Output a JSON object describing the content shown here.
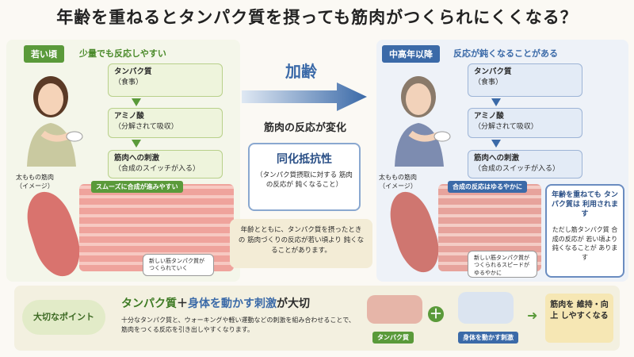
{
  "title": "年齢を重ねるとタンパク質を摂っても筋肉がつくられにくくなる？",
  "left": {
    "tag": "若い頃",
    "note": "少量でも反応しやすい",
    "step1_title": "タンパク質",
    "step1_sub": "（食事）",
    "step2_title": "アミノ酸",
    "step2_sub": "（分解されて吸収）",
    "step3_title": "筋肉への刺激",
    "step3_sub": "（合成のスイッチが入る）",
    "muscle_label": "太ももの筋肉",
    "muscle_sub": "（イメージ）",
    "banner": "スムーズに合成が進みやすい",
    "callout": "新しい筋タンパク質が つくられていく"
  },
  "center": {
    "age": "加齢",
    "change": "筋肉の反応が変化",
    "resist_title": "同化抵抗性",
    "resist_desc": "（タンパク質摂取に対する 筋肉の反応が 鈍くなること）",
    "note": "年齢とともに、タンパク質を摂ったときの 筋肉づくりの反応が若い頃より 鈍くなることがあります。"
  },
  "right": {
    "tag": "中高年以降",
    "note": "反応が鈍くなることがある",
    "step1_title": "タンパク質",
    "step1_sub": "（食事）",
    "step2_title": "アミノ酸",
    "step2_sub": "（分解されて吸収）",
    "step3_title": "筋肉への刺激",
    "step3_sub": "（合成のスイッチが入る）",
    "muscle_label": "太ももの筋肉",
    "muscle_sub": "（イメージ）",
    "banner": "合成の反応はゆるやかに",
    "callout": "新しい筋タンパク質が つくられるスピードが ゆるやかに",
    "info_title": "年齢を重ねても タンパク質は 利用されます",
    "info_desc": "ただし筋タンパク質 合成の反応が 若い頃より 鈍くなることが あります"
  },
  "bottom": {
    "point_label": "大切なポイント",
    "headline_a": "タンパク質",
    "headline_plus": "＋",
    "headline_b": "身体を動かす刺激",
    "headline_end": "が大切",
    "desc": "十分なタンパク質と、ウォーキングや軽い運動などの刺激を組み合わせることで、 筋肉をつくる反応を引き出しやすくなります。",
    "food_label": "タンパク質",
    "exercise_label": "身体を動かす刺激",
    "result": "筋肉を 維持・向上 しやすくなる"
  },
  "colors": {
    "green": "#5a9a3a",
    "blue": "#3b6aa8",
    "muscle": "#e58a85"
  }
}
